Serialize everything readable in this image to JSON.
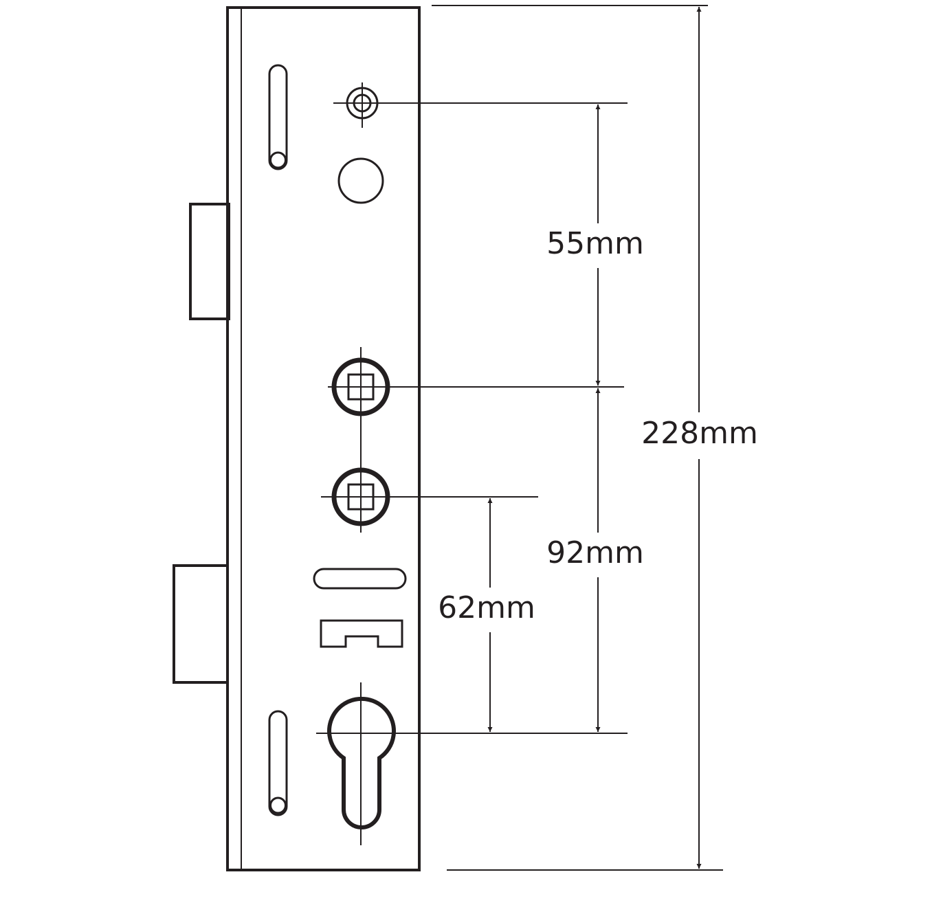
{
  "diagram": {
    "dimensions": {
      "spindle_to_top_screw": "55mm",
      "spindle_to_cylinder": "92mm",
      "lower_spindle_to_cylinder": "62mm",
      "overall_faceplate_length": "228mm"
    },
    "colors": {
      "line": "#231f20",
      "background": "#ffffff"
    }
  }
}
